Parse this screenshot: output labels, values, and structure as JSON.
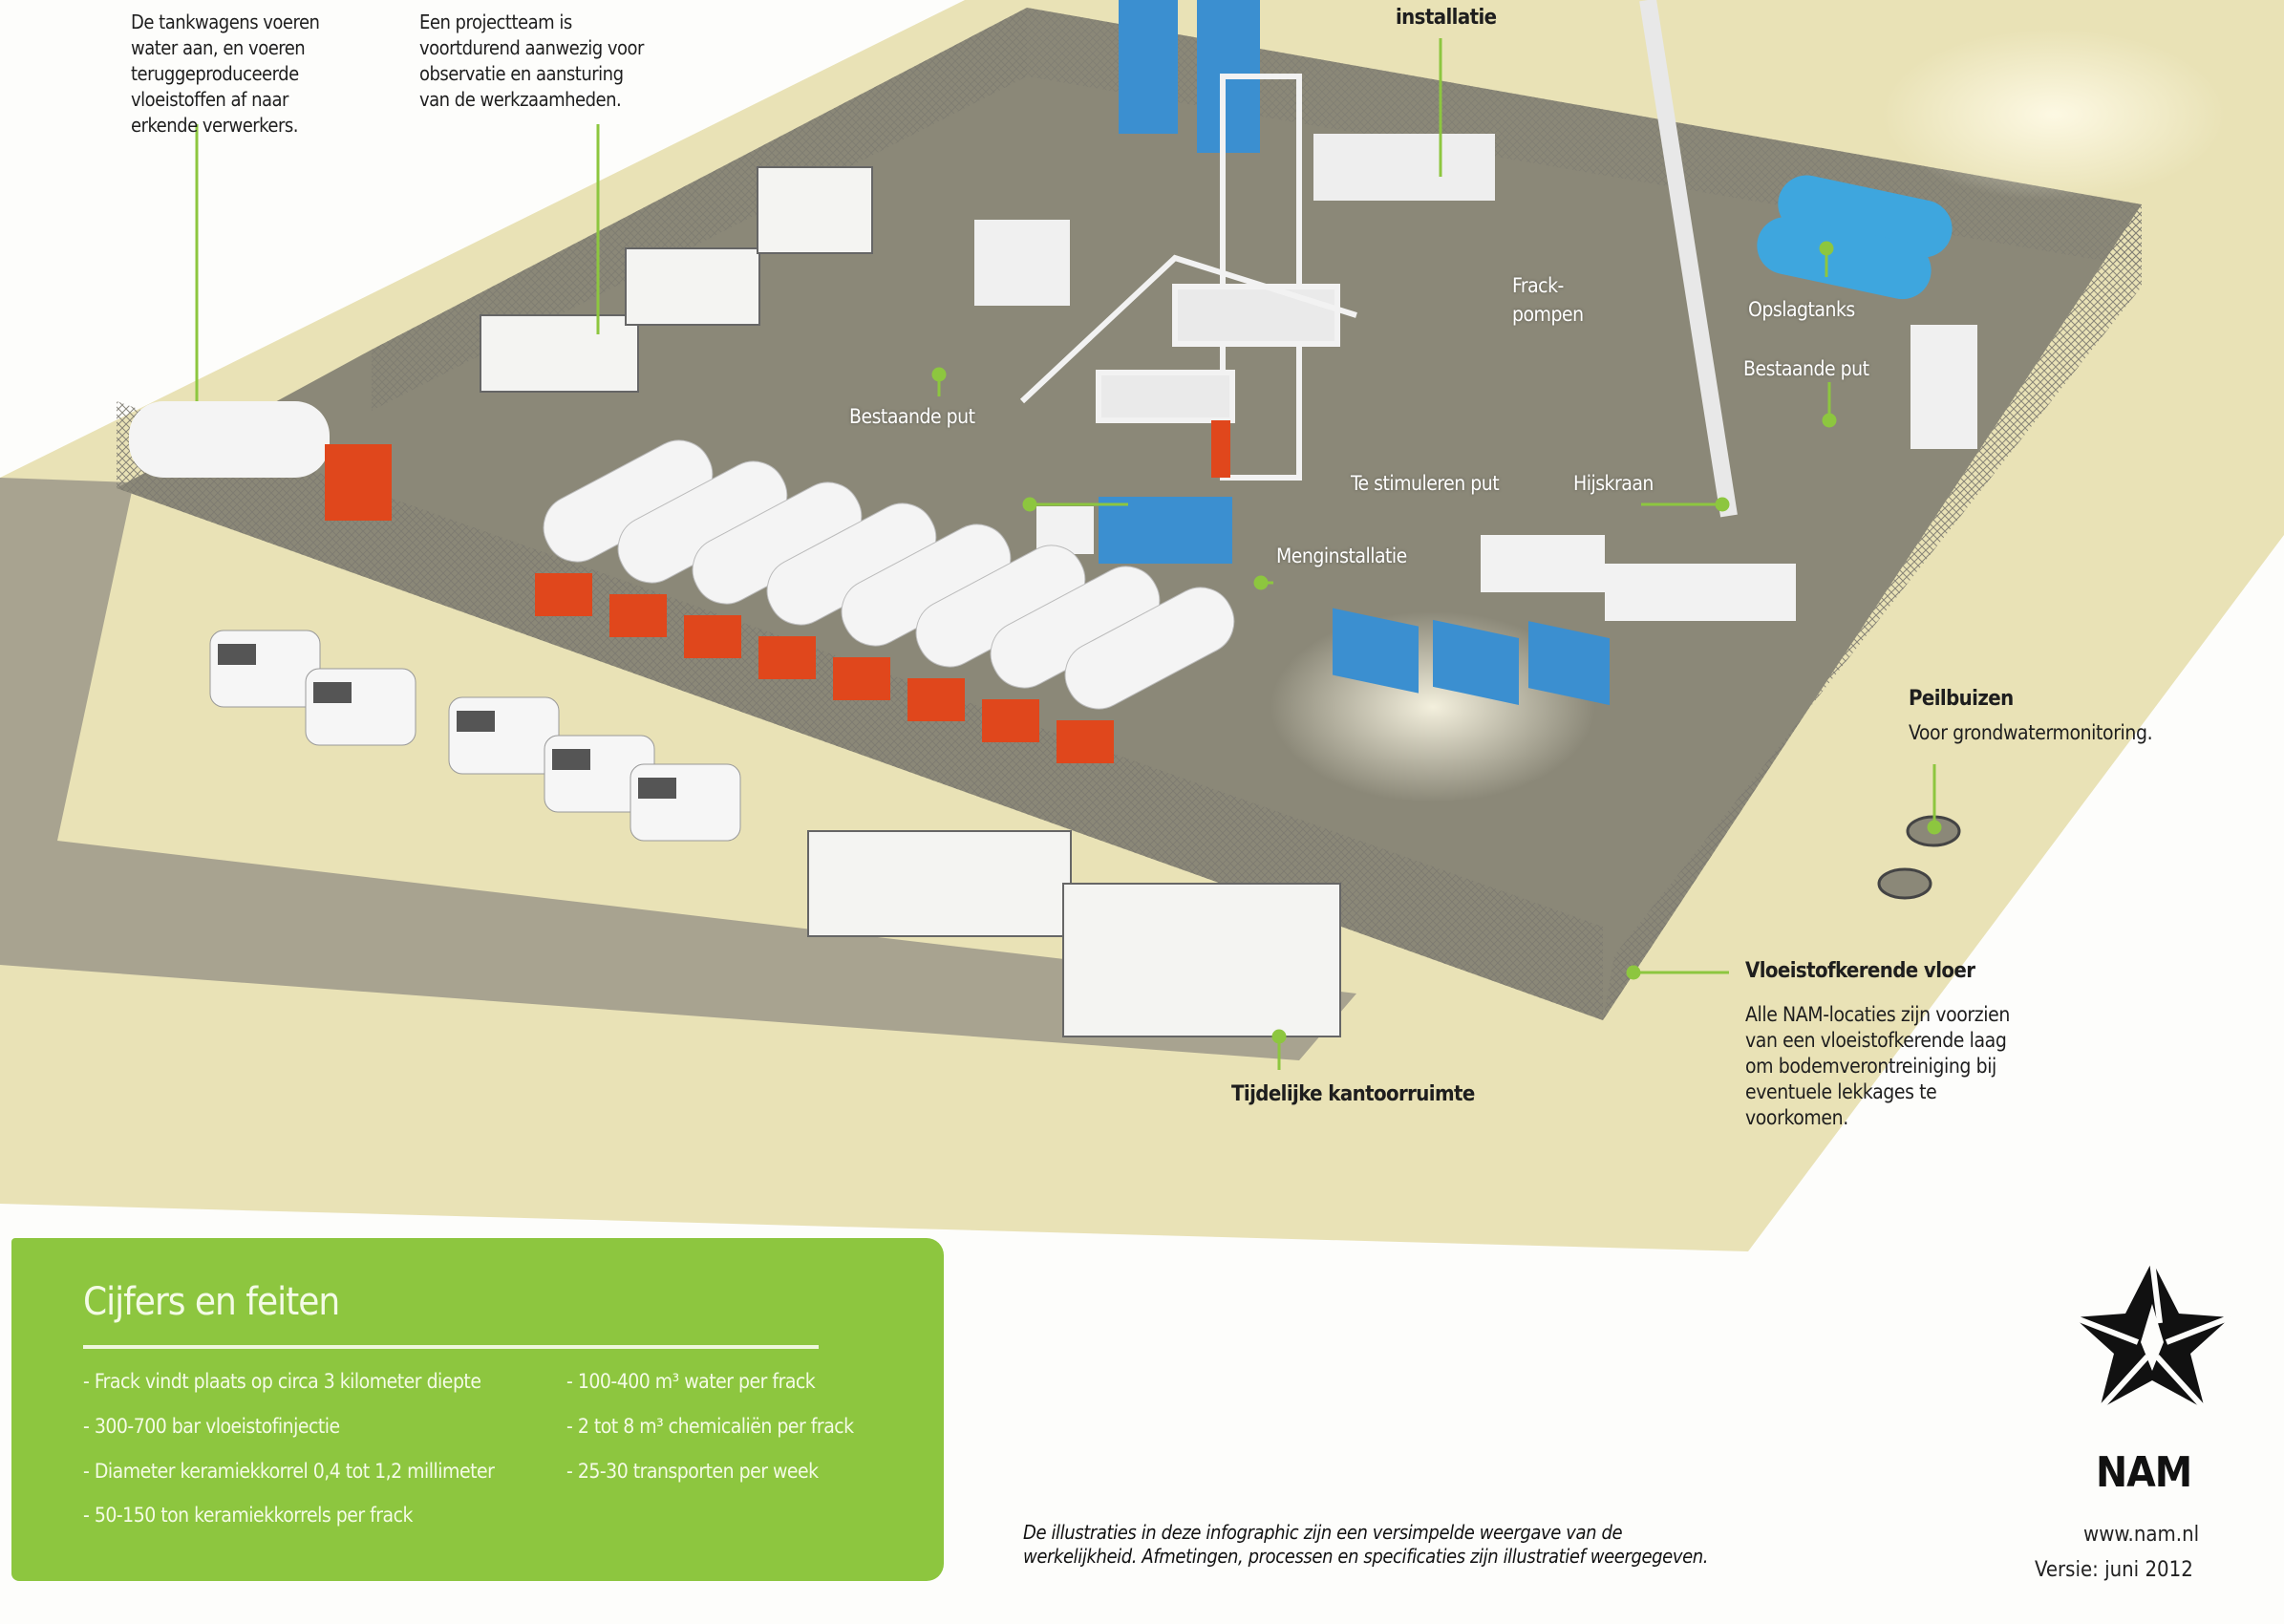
{
  "colors": {
    "accent_green": "#8dc63f",
    "pad_grey": "#8b8878",
    "ground_beige": "#e9e2b6",
    "silo_blue": "#3b8fd0",
    "cab_red": "#e0471c"
  },
  "notes": {
    "tankwagens": [
      "De tankwagens voeren",
      "water aan, en voeren",
      "teruggeproduceerde",
      "vloeistoffen af naar",
      "erkende verwerkers."
    ],
    "projectteam": [
      "Een projectteam is",
      "voortdurend aanwezig voor",
      "observatie en aansturing",
      "van de werkzaamheden."
    ],
    "installatie": "installatie"
  },
  "labels": {
    "frackpompen": [
      "Frack-",
      "pompen"
    ],
    "opslagtanks": "Opslagtanks",
    "bestaande_put_right": "Bestaande put",
    "bestaande_put_left": "Bestaande put",
    "te_stimuleren_put": "Te stimuleren put",
    "hijskraan": "Hijskraan",
    "menginstallatie": "Menginstallatie"
  },
  "peilbuizen": {
    "title": "Peilbuizen",
    "text": "Voor grondwatermonitoring."
  },
  "vloer": {
    "title": "Vloeistofkerende vloer",
    "lines": [
      "Alle NAM-locaties zijn voorzien",
      "van een vloeistofkerende laag",
      "om bodemverontreiniging bij",
      "eventuele lekkages te",
      "voorkomen."
    ]
  },
  "kantoor": {
    "title": "Tijdelijke kantoorruimte"
  },
  "facts": {
    "title": "Cijfers en feiten",
    "left": [
      "- Frack vindt plaats op circa 3 kilometer diepte",
      "- 300-700 bar vloeistofinjectie",
      "- Diameter keramiekkorrel 0,4 tot 1,2 millimeter",
      "- 50-150 ton keramiekkorrels per frack"
    ],
    "right": [
      "- 100-400 m³ water per frack",
      "- 2 tot 8 m³ chemicaliën per frack",
      "- 25-30 transporten per week"
    ]
  },
  "disclaimer": [
    "De illustraties in deze infographic zijn een versimpelde weergave van de",
    "werkelijkheid. Afmetingen, processen en specificaties zijn illustratief weergegeven."
  ],
  "brand": {
    "name": "NAM",
    "url": "www.nam.nl",
    "version": "Versie: juni 2012"
  }
}
